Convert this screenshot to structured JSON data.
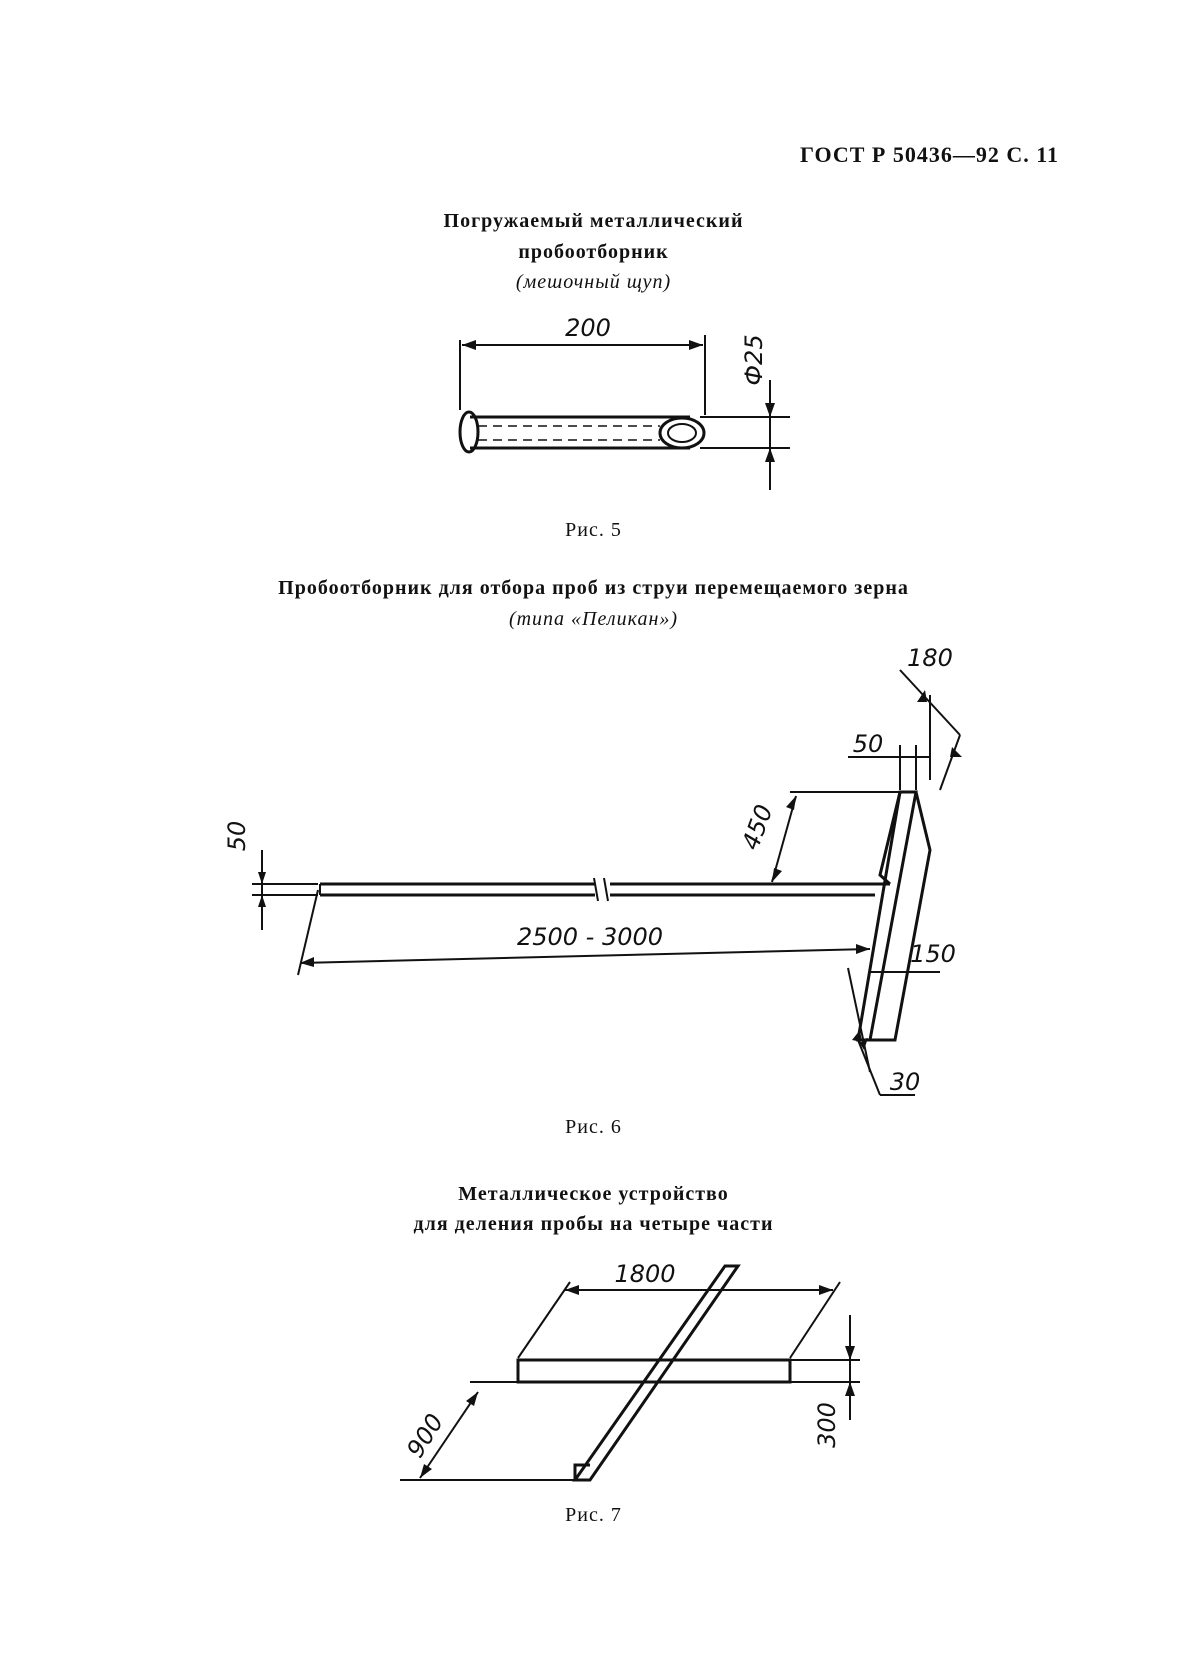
{
  "header": "ГОСТ Р 50436—92 С. 11",
  "fig5": {
    "title_line1": "Погружаемый металлический",
    "title_line2": "пробоотборник",
    "subtitle": "(мешочный щуп)",
    "dim_length": "200",
    "dim_diameter": "Ф25",
    "caption": "Рис. 5"
  },
  "fig6": {
    "title": "Пробоотборник для отбора проб из струи перемещаемого зерна",
    "subtitle": "(типа «Пеликан»)",
    "dim_180": "180",
    "dim_50_top": "50",
    "dim_450": "450",
    "dim_50_left": "50",
    "dim_length": "2500 - 3000",
    "dim_150": "150",
    "dim_30": "30",
    "caption": "Рис. 6"
  },
  "fig7": {
    "title_line1": "Металлическое устройство",
    "title_line2": "для деления пробы на четыре части",
    "dim_1800": "1800",
    "dim_900": "900",
    "dim_300": "300",
    "caption": "Рис. 7"
  }
}
